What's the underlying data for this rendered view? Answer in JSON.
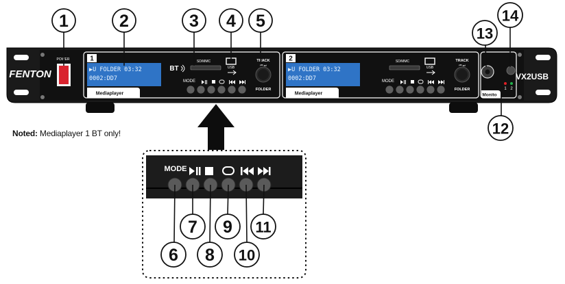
{
  "colors": {
    "panel": "#151515",
    "lcd": "#2f74c6",
    "power_button": "#d9232e",
    "led_red": "#e21f26",
    "led_green": "#1fb14a"
  },
  "callout_numbers": [
    "1",
    "2",
    "3",
    "4",
    "5",
    "6",
    "7",
    "8",
    "9",
    "10",
    "11",
    "12",
    "13",
    "14"
  ],
  "unit": {
    "brand": "FENTON",
    "model": "VX2USB",
    "power_label": "POWER",
    "monitor_label": "Monito"
  },
  "player1": {
    "deck_number": "1",
    "lcd_line1": "▶U FOLDER 03:32",
    "lcd_line2": "0002:DD7",
    "name_tab": "Mediaplayer",
    "bt_label": "BT",
    "card_label": "SD/MMC",
    "usb_label": "USB",
    "track_label": "TRACK",
    "folder_label": "FOLDER",
    "mode_label": "MODE"
  },
  "player2": {
    "deck_number": "2",
    "lcd_line1": "▶U FOLDER 03:32",
    "lcd_line2": "0002:DD7",
    "name_tab": "Mediaplayer",
    "card_label": "SD/MMC",
    "usb_label": "USB",
    "track_label": "TRACK",
    "folder_label": "FOLDER",
    "mode_label": "MODE"
  },
  "zoom": {
    "mode_label": "MODE",
    "icons": [
      "play-pause-icon",
      "stop-icon",
      "repeat-icon",
      "previous-icon",
      "next-icon"
    ]
  },
  "note": {
    "bold": "Noted:",
    "text": " Mediaplayer 1 BT only!"
  },
  "monitor_select_labels": [
    "1",
    "2"
  ]
}
